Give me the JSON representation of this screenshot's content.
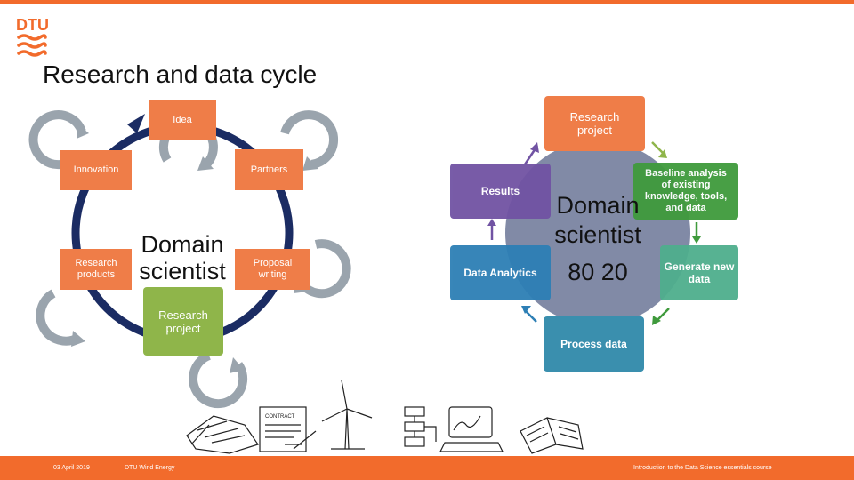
{
  "slide": {
    "title": "Research and data cycle"
  },
  "left_cycle": {
    "center_label": "Domain\nscientist",
    "nodes": {
      "idea": "Idea",
      "partners": "Partners",
      "proposal": "Proposal\nwriting",
      "research_project": "Research\nproject",
      "research_products": "Research\nproducts",
      "innovation": "Innovation"
    },
    "colors": {
      "ring": "#1b2c63",
      "node": "#ef7d48",
      "project": "#8fb54a"
    }
  },
  "right_cycle": {
    "center_label_line1": "Domain",
    "center_label_line2": "scientist",
    "center_label_line3": "80 20",
    "nodes": {
      "research_project": "Research\nproject",
      "baseline": "Baseline analysis\nof existing\nknowledge, tools,\nand data",
      "generate": "Generate new\ndata",
      "process": "Process data",
      "analytics": "Data Analytics",
      "results": "Results"
    },
    "colors": {
      "research_project": "#ef7d48",
      "baseline": "#3f9a3c",
      "generate": "#4fae8d",
      "process": "#3a8fae",
      "analytics": "#2d7fb5",
      "results": "#7153a3"
    }
  },
  "footer": {
    "date": "03 April 2019",
    "org": "DTU Wind Energy",
    "course": "Introduction to the Data Science essentials course"
  }
}
